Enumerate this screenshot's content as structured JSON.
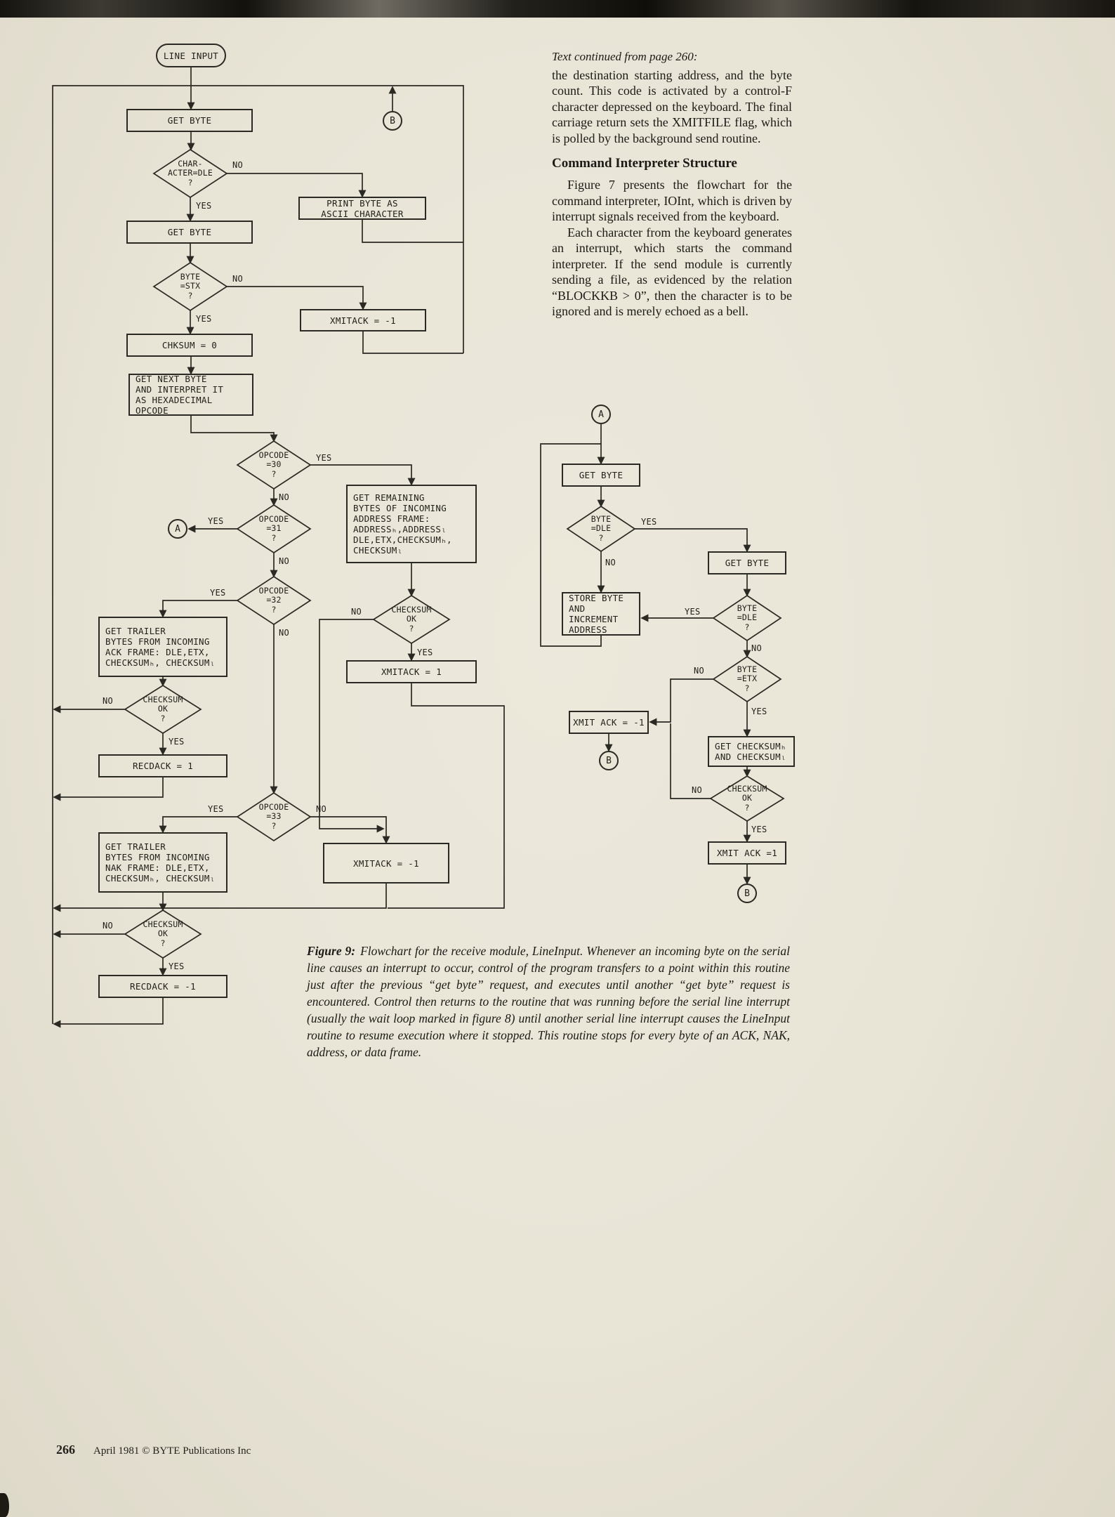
{
  "branch": {
    "yes": "YES",
    "no": "NO"
  },
  "article": {
    "continued_note": "Text continued from page 260:",
    "para1": "the destination starting address, and the byte count. This code is activated by a control-F character depressed on the keyboard. The final carriage return sets the XMITFILE flag, which is polled by the background send routine.",
    "heading": "Command Interpreter Structure",
    "para2": "Figure 7 presents the flowchart for the command interpreter, IOInt, which is driven by interrupt signals received from the keyboard.",
    "para3": "Each character from the keyboard generates an interrupt, which starts the command interpreter. If the send module is currently sending a file, as evidenced by the relation “BLOCKKB > 0”, then the character is to be ignored and is merely echoed as a bell."
  },
  "caption": {
    "label": "Figure 9:",
    "text": "Flowchart for the receive module, LineInput. Whenever an incoming byte on the serial line causes an interrupt to occur, control of the program transfers to a point within this routine just after the previous “get byte” request, and executes until another “get byte” request is encountered. Control then returns to the routine that was running before the serial line interrupt (usually the wait loop marked in figure 8) until another serial line interrupt causes the LineInput routine to resume execution where it stopped. This routine stops for every byte of an ACK, NAK, address, or data frame."
  },
  "footer": {
    "page_number": "266",
    "text": "April 1981 © BYTE Publications Inc"
  },
  "fc_main": {
    "line_input": "LINE INPUT",
    "get_byte_1": "GET BYTE",
    "connector_b_top": "B",
    "d_char_dle": "CHAR-\nACTER=DLE\n?",
    "print_byte": "PRINT BYTE AS\nASCII CHARACTER",
    "get_byte_2": "GET BYTE",
    "d_byte_stx": "BYTE\n=STX\n?",
    "xmitack_neg1_a": "XMITACK = -1",
    "chksum_0": "CHKSUM = 0",
    "get_next_byte": "GET NEXT BYTE\nAND INTERPRET IT\nAS HEXADECIMAL OPCODE",
    "d_opcode_30": "OPCODE\n=30\n?",
    "get_remaining": "GET REMAINING\nBYTES OF INCOMING\nADDRESS FRAME:\nADDRESSₕ,ADDRESSₗ\nDLE,ETX,CHECKSUMₕ,\nCHECKSUMₗ",
    "connector_a": "A",
    "d_opcode_31": "OPCODE\n=31\n?",
    "d_opcode_32": "OPCODE\n=32\n?",
    "get_trailer_ack": "GET TRAILER\nBYTES FROM INCOMING\nACK FRAME: DLE,ETX,\nCHECKSUMₕ, CHECKSUMₗ",
    "d_checksum_ok_ack": "CHECKSUM\nOK\n?",
    "recdack_1": "RECDACK = 1",
    "d_checksum_ok_addr": "CHECKSUM\nOK\n?",
    "xmitack_1": "XMITACK = 1",
    "d_opcode_33": "OPCODE\n=33\n?",
    "get_trailer_nak": "GET TRAILER\nBYTES FROM INCOMING\nNAK FRAME: DLE,ETX,\nCHECKSUMₕ, CHECKSUMₗ",
    "d_checksum_ok_nak": "CHECKSUM\nOK\n?",
    "recdack_neg1": "RECDACK = -1",
    "xmitack_neg1_b": "XMITACK = -1"
  },
  "fc_right": {
    "connector_a": "A",
    "get_byte_1": "GET BYTE",
    "d_byte_dle_1": "BYTE\n=DLE\n?",
    "get_byte_2": "GET BYTE",
    "store_byte": "STORE BYTE\nAND INCREMENT\nADDRESS",
    "d_byte_dle_2": "BYTE\n=DLE\n?",
    "d_byte_etx": "BYTE\n=ETX\n?",
    "xmit_ack_neg1": "XMIT ACK = -1",
    "connector_b_1": "B",
    "get_checksum": "GET CHECKSUMₕ\nAND CHECKSUMₗ",
    "d_checksum_ok": "CHECKSUM\nOK\n?",
    "xmit_ack_1": "XMIT ACK =1",
    "connector_b_2": "B"
  }
}
